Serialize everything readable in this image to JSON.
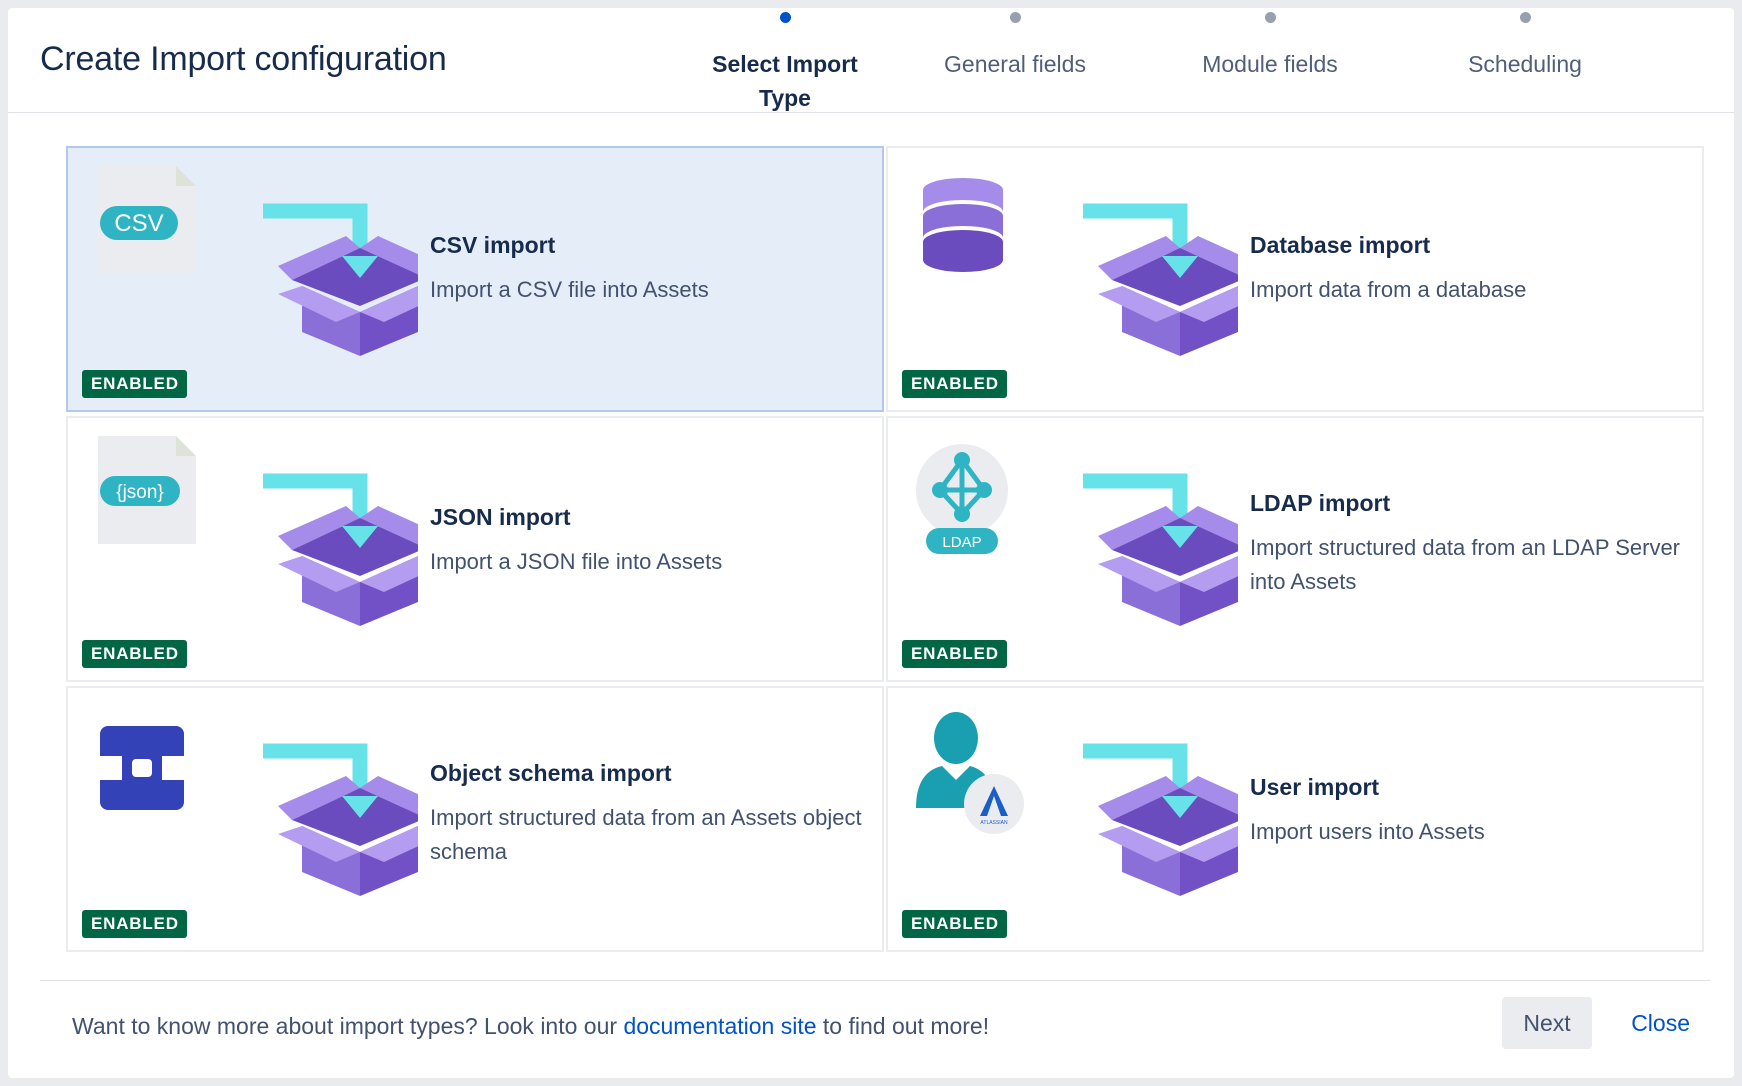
{
  "header": {
    "title": "Create Import configuration",
    "steps": [
      {
        "label": "Select Import Type",
        "active": true
      },
      {
        "label": "General fields",
        "active": false
      },
      {
        "label": "Module fields",
        "active": false
      },
      {
        "label": "Scheduling",
        "active": false
      }
    ]
  },
  "cards": [
    {
      "title": "CSV import",
      "description": "Import a CSV file into Assets",
      "badge": "ENABLED",
      "selected": true,
      "file_label": "CSV",
      "icon": "csv-file-icon"
    },
    {
      "title": "Database import",
      "description": "Import data from a database",
      "badge": "ENABLED",
      "selected": false,
      "icon": "database-icon"
    },
    {
      "title": "JSON import",
      "description": "Import a JSON file into Assets",
      "badge": "ENABLED",
      "selected": false,
      "file_label": "{json}",
      "icon": "json-file-icon"
    },
    {
      "title": "LDAP import",
      "description": "Import structured data from an LDAP Server into Assets",
      "badge": "ENABLED",
      "selected": false,
      "icon_label": "LDAP",
      "icon": "ldap-icon"
    },
    {
      "title": "Object schema import",
      "description": "Import structured data from an Assets object schema",
      "badge": "ENABLED",
      "selected": false,
      "icon": "object-schema-icon"
    },
    {
      "title": "User import",
      "description": "Import users into Assets",
      "badge": "ENABLED",
      "selected": false,
      "icon_label": "ATLASSIAN",
      "icon": "user-atlassian-icon"
    }
  ],
  "footer": {
    "text_before": "Want to know more about import types? Look into our ",
    "link_text": "documentation site",
    "text_after": " to find out more!",
    "next_label": "Next",
    "close_label": "Close"
  },
  "colors": {
    "accent": "#0052cc",
    "badge": "#006644",
    "selected_card": "#e5eef8",
    "box_purple": "#8b6fd8",
    "arrow_cyan": "#67e2e8"
  }
}
